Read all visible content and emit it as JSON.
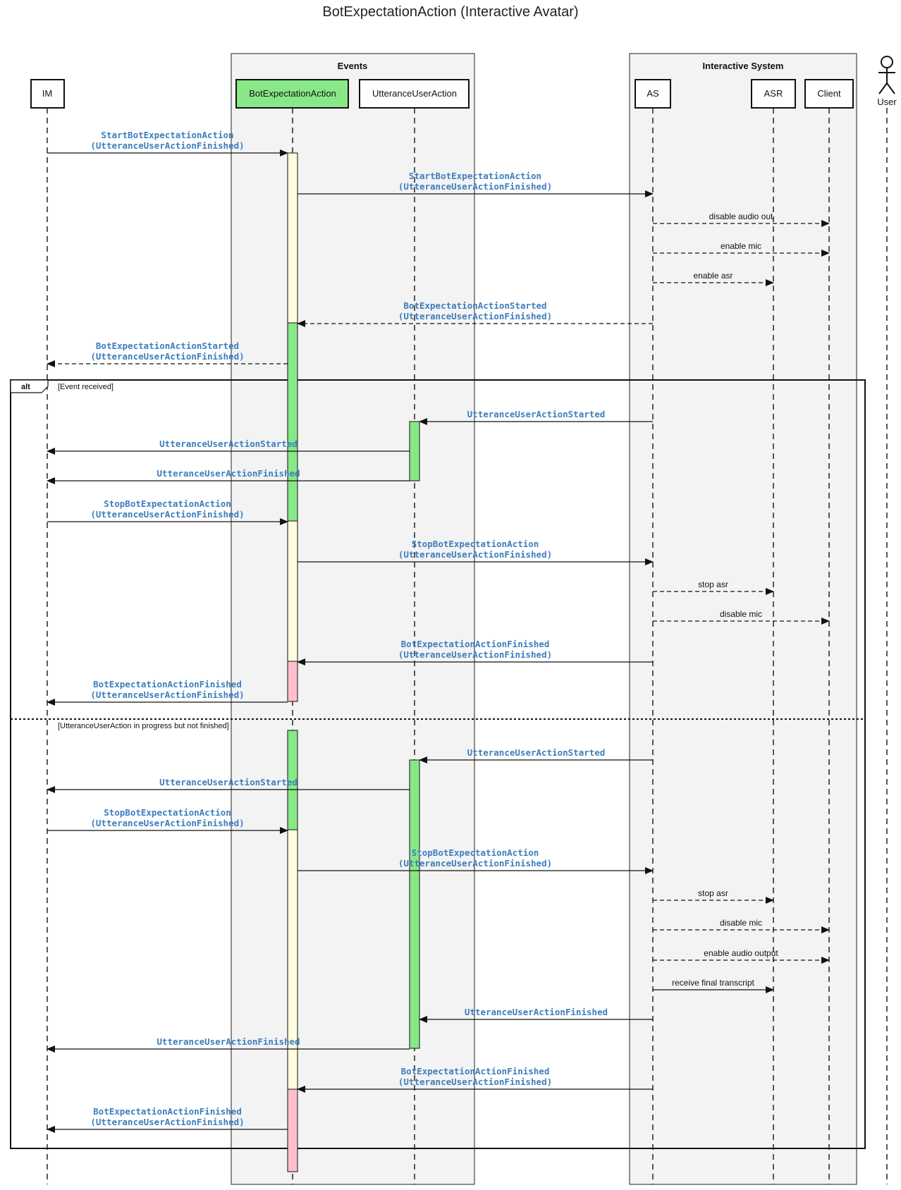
{
  "title": "BotExpectationAction (Interactive Avatar)",
  "groups": [
    {
      "id": "events",
      "label": "Events"
    },
    {
      "id": "interactive",
      "label": "Interactive System"
    }
  ],
  "participants": [
    {
      "id": "IM",
      "label": "IM"
    },
    {
      "id": "BEA",
      "label": "BotExpectationAction",
      "highlight": true
    },
    {
      "id": "UUA",
      "label": "UtteranceUserAction"
    },
    {
      "id": "AS",
      "label": "AS"
    },
    {
      "id": "ASR",
      "label": "ASR"
    },
    {
      "id": "Client",
      "label": "Client"
    }
  ],
  "actor": {
    "id": "User",
    "label": "User",
    "icon": "stick-figure-icon"
  },
  "activation_colors": {
    "idle": "#ffffe0",
    "active": "#88e888",
    "finished": "#ffc0cb"
  },
  "alt": {
    "tag": "alt",
    "condition1": "[Event received]",
    "condition2": "[UtteranceUserAction in progress but not finished]"
  },
  "messages": [
    {
      "from": "IM",
      "to": "BEA",
      "lines": [
        "StartBotExpectationAction",
        "(UtteranceUserActionFinished)"
      ],
      "style": "solid",
      "mono": true
    },
    {
      "from": "BEA",
      "to": "AS",
      "lines": [
        "StartBotExpectationAction",
        "(UtteranceUserActionFinished)"
      ],
      "style": "solid",
      "mono": true
    },
    {
      "from": "AS",
      "to": "Client",
      "lines": [
        "disable audio out"
      ],
      "style": "dashed",
      "mono": false
    },
    {
      "from": "AS",
      "to": "Client",
      "lines": [
        "enable mic"
      ],
      "style": "dashed",
      "mono": false
    },
    {
      "from": "AS",
      "to": "ASR",
      "lines": [
        "enable asr"
      ],
      "style": "dashed",
      "mono": false
    },
    {
      "from": "AS",
      "to": "BEA",
      "lines": [
        "BotExpectationActionStarted",
        "(UtteranceUserActionFinished)"
      ],
      "style": "dashed",
      "mono": true
    },
    {
      "from": "BEA",
      "to": "IM",
      "lines": [
        "BotExpectationActionStarted",
        "(UtteranceUserActionFinished)"
      ],
      "style": "dashed",
      "mono": true
    },
    {
      "from": "AS",
      "to": "UUA",
      "lines": [
        "UtteranceUserActionStarted"
      ],
      "style": "solid",
      "mono": true
    },
    {
      "from": "UUA",
      "to": "IM",
      "lines": [
        "UtteranceUserActionStarted"
      ],
      "style": "solid",
      "mono": true
    },
    {
      "from": "UUA",
      "to": "IM",
      "lines": [
        "UtteranceUserActionFinished"
      ],
      "style": "solid",
      "mono": true
    },
    {
      "from": "IM",
      "to": "BEA",
      "lines": [
        "StopBotExpectationAction",
        "(UtteranceUserActionFinished)"
      ],
      "style": "solid",
      "mono": true
    },
    {
      "from": "BEA",
      "to": "AS",
      "lines": [
        "StopBotExpectationAction",
        "(UtteranceUserActionFinished)"
      ],
      "style": "solid",
      "mono": true
    },
    {
      "from": "AS",
      "to": "ASR",
      "lines": [
        "stop asr"
      ],
      "style": "dashed",
      "mono": false
    },
    {
      "from": "AS",
      "to": "Client",
      "lines": [
        "disable mic"
      ],
      "style": "dashed",
      "mono": false
    },
    {
      "from": "AS",
      "to": "BEA",
      "lines": [
        "BotExpectationActionFinished",
        "(UtteranceUserActionFinished)"
      ],
      "style": "solid",
      "mono": true
    },
    {
      "from": "BEA",
      "to": "IM",
      "lines": [
        "BotExpectationActionFinished",
        "(UtteranceUserActionFinished)"
      ],
      "style": "solid",
      "mono": true
    },
    {
      "from": "AS",
      "to": "UUA",
      "lines": [
        "UtteranceUserActionStarted"
      ],
      "style": "solid",
      "mono": true
    },
    {
      "from": "UUA",
      "to": "IM",
      "lines": [
        "UtteranceUserActionStarted"
      ],
      "style": "solid",
      "mono": true
    },
    {
      "from": "IM",
      "to": "BEA",
      "lines": [
        "StopBotExpectationAction",
        "(UtteranceUserActionFinished)"
      ],
      "style": "solid",
      "mono": true
    },
    {
      "from": "BEA",
      "to": "AS",
      "lines": [
        "StopBotExpectationAction",
        "(UtteranceUserActionFinished)"
      ],
      "style": "solid",
      "mono": true
    },
    {
      "from": "AS",
      "to": "ASR",
      "lines": [
        "stop asr"
      ],
      "style": "dashed",
      "mono": false
    },
    {
      "from": "AS",
      "to": "Client",
      "lines": [
        "disable mic"
      ],
      "style": "dashed",
      "mono": false
    },
    {
      "from": "AS",
      "to": "Client",
      "lines": [
        "enable audio output"
      ],
      "style": "dashed",
      "mono": false
    },
    {
      "from": "AS",
      "to": "ASR",
      "lines": [
        "receive final transcript"
      ],
      "style": "solid",
      "mono": false
    },
    {
      "from": "AS",
      "to": "UUA",
      "lines": [
        "UtteranceUserActionFinished"
      ],
      "style": "solid",
      "mono": true
    },
    {
      "from": "UUA",
      "to": "IM",
      "lines": [
        "UtteranceUserActionFinished"
      ],
      "style": "solid",
      "mono": true
    },
    {
      "from": "AS",
      "to": "BEA",
      "lines": [
        "BotExpectationActionFinished",
        "(UtteranceUserActionFinished)"
      ],
      "style": "solid",
      "mono": true
    },
    {
      "from": "BEA",
      "to": "IM",
      "lines": [
        "BotExpectationActionFinished",
        "(UtteranceUserActionFinished)"
      ],
      "style": "solid",
      "mono": true
    }
  ]
}
